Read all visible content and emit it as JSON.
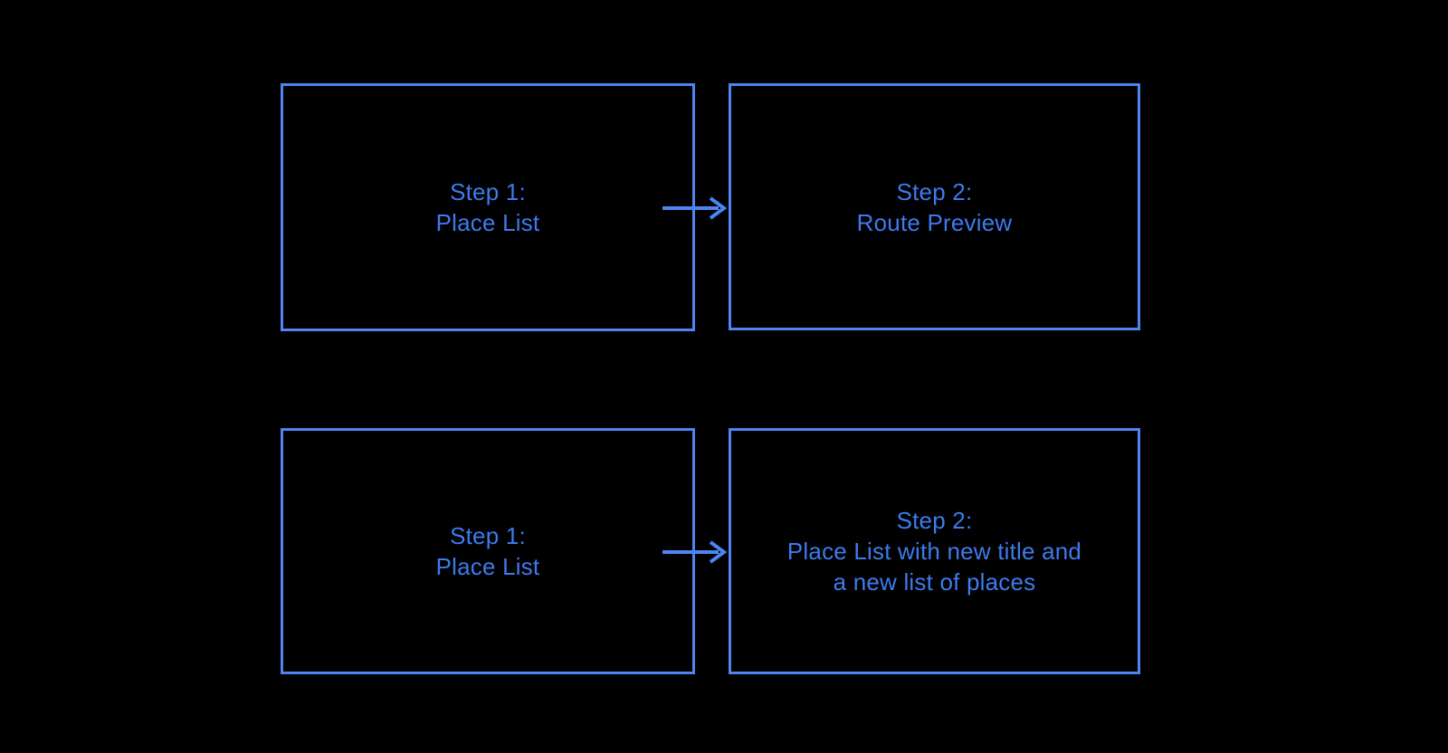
{
  "colors": {
    "accent": "#4d85f2",
    "text": "#3d7bee",
    "bg": "#000000"
  },
  "diagram": {
    "boxes": {
      "r1_left": {
        "lines": [
          "Step 1:",
          "Place List"
        ]
      },
      "r1_right": {
        "lines": [
          "Step 2:",
          "Route Preview"
        ]
      },
      "r2_left": {
        "lines": [
          "Step 1:",
          "Place List"
        ]
      },
      "r2_right": {
        "lines": [
          "Step 2:",
          "Place List with new title and",
          "a new list of places"
        ]
      }
    },
    "arrows": [
      {
        "name": "flow-arrow-row1",
        "direction": "right"
      },
      {
        "name": "flow-arrow-row2",
        "direction": "right"
      }
    ]
  }
}
